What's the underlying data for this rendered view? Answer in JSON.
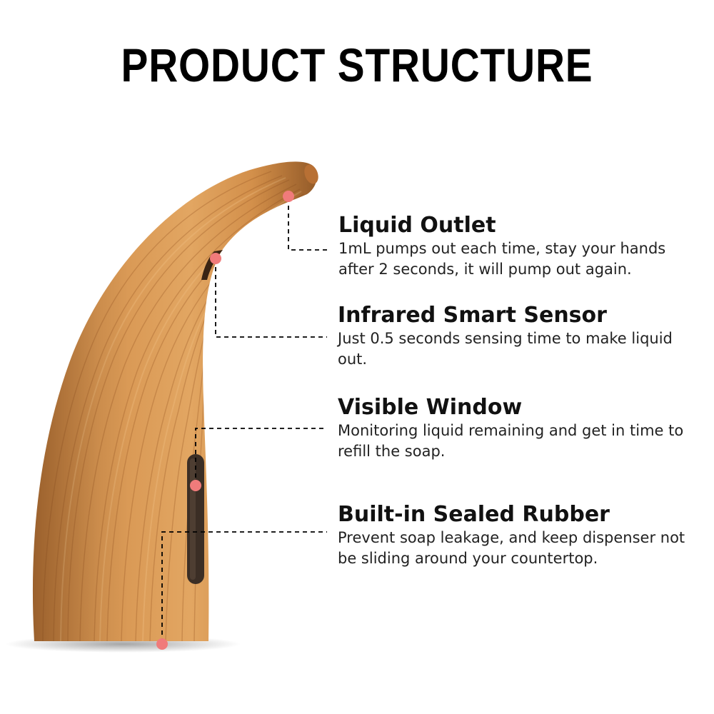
{
  "title": "PRODUCT STRUCTURE",
  "colors": {
    "wood_light": "#e0a25c",
    "wood_mid": "#c9823d",
    "wood_dark": "#a8642b",
    "marker": "#f07b7b",
    "leader": "#000000"
  },
  "features": [
    {
      "title": "Liquid Outlet",
      "description": "1mL pumps out each time, stay your hands after 2 seconds, it will pump out again."
    },
    {
      "title": "Infrared Smart Sensor",
      "description": "Just 0.5 seconds sensing time to make liquid out."
    },
    {
      "title": "Visible Window",
      "description": "Monitoring liquid remaining and get in time to refill the soap."
    },
    {
      "title": "Built-in Sealed Rubber",
      "description": "Prevent soap leakage, and keep dispenser not be sliding around your countertop."
    }
  ]
}
